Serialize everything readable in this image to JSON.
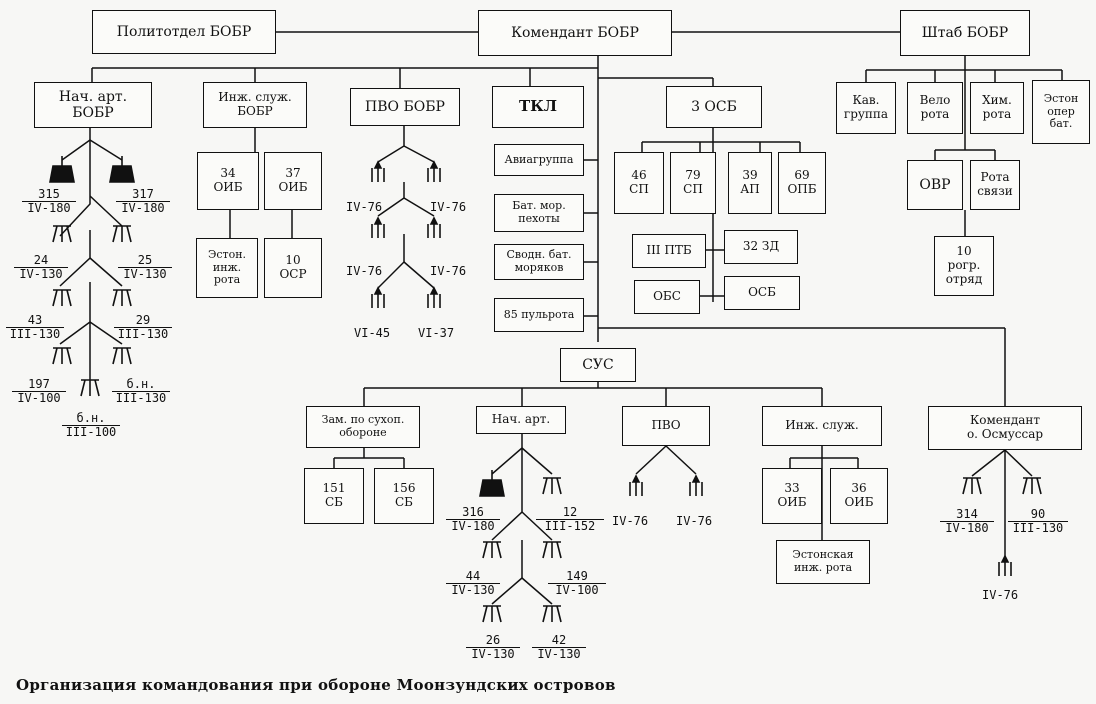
{
  "boxes": {
    "politotdel": "Политотдел БОБР",
    "komendant": "Комендант БОБР",
    "shtab": "Штаб БОБР",
    "nach_art": "Нач. арт.\nБОБР",
    "inzh_sluzh": "Инж. служ.\nБОБР",
    "pvo_bobr": "ПВО БОБР",
    "tkl": "ТКЛ",
    "osb3": "3 ОСБ",
    "kav": "Кав.\nгруппа",
    "velo": "Вело\nрота",
    "khim": "Хим.\nрота",
    "eston_oper": "Эстон\nопер\nбат.",
    "oib34": "34\nОИБ",
    "oib37": "37\nОИБ",
    "eston_inzh": "Эстон.\nинж.\nрота",
    "osr10": "10\nОСР",
    "aviagruppa": "Авиагруппа",
    "bat_mor": "Бат. мор.\nпехоты",
    "svodn": "Сводн. бат.\nморяков",
    "pulrota": "85 пульрота",
    "sp46": "46\nСП",
    "sp79": "79\nСП",
    "ap39": "39\nАП",
    "opb69": "69\nОПБ",
    "ptb": "III ПТБ",
    "zd32": "32 ЗД",
    "obs": "ОБС",
    "osb": "ОСБ",
    "ovr": "ОВР",
    "rota_svyazi": "Рота\nсвязи",
    "pogr": "10\npогр.\nотряд",
    "sus": "СУС",
    "zam": "Зам. по сухоп.\nобороне",
    "nach_art2": "Нач. арт.",
    "pvo2": "ПВО",
    "inzh2": "Инж. служ.",
    "komendant_osm": "Комендант\nо. Осмуссар",
    "sb151": "151\nСБ",
    "sb156": "156\nСБ",
    "oib33": "33\nОИБ",
    "oib36": "36\nОИБ",
    "eston_inzh2": "Эстонская\nинж. рота"
  },
  "batteries": [
    {
      "num": "315",
      "cal": "IV-180"
    },
    {
      "num": "317",
      "cal": "IV-180"
    },
    {
      "num": "24",
      "cal": "IV-130"
    },
    {
      "num": "25",
      "cal": "IV-130"
    },
    {
      "num": "43",
      "cal": "III-130"
    },
    {
      "num": "29",
      "cal": "III-130"
    },
    {
      "num": "197",
      "cal": "IV-100"
    },
    {
      "num": "б.н.",
      "cal": "III-130"
    },
    {
      "num": "б.н.",
      "cal": "III-100"
    },
    {
      "num": "316",
      "cal": "IV-180"
    },
    {
      "num": "12",
      "cal": "III-152"
    },
    {
      "num": "44",
      "cal": "IV-130"
    },
    {
      "num": "149",
      "cal": "IV-100"
    },
    {
      "num": "26",
      "cal": "IV-130"
    },
    {
      "num": "42",
      "cal": "IV-130"
    },
    {
      "num": "314",
      "cal": "IV-180"
    },
    {
      "num": "90",
      "cal": "III-130"
    }
  ],
  "aa_labels": [
    "IV-76",
    "IV-76",
    "IV-76",
    "IV-76",
    "VI-45",
    "VI-37",
    "IV-76",
    "IV-76",
    "IV-76"
  ],
  "caption": "Организация командования при обороне Моонзундских островов"
}
